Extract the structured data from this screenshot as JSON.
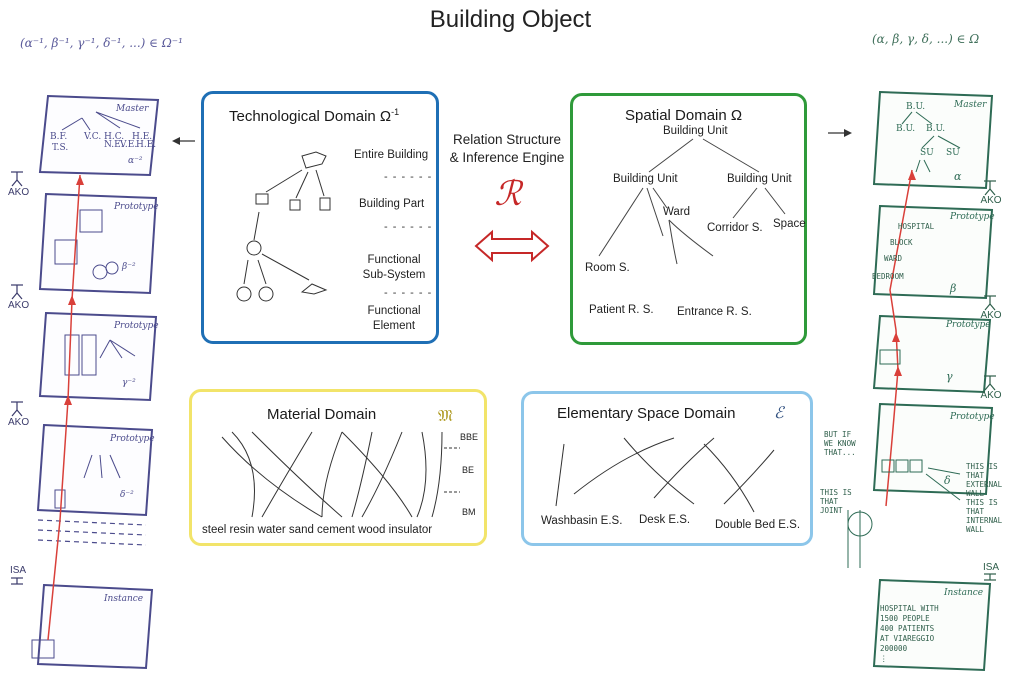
{
  "title": "Building Object",
  "formulas": {
    "left": "(α⁻¹, β⁻¹, γ⁻¹, δ⁻¹, ...) ∈ Ω⁻¹",
    "right": "(α, β, γ, δ, ...) ∈ Ω"
  },
  "technological_domain": {
    "title": "Technological Domain Ω",
    "title_sup": "-1",
    "levels": [
      "Entire Building",
      "Building Part",
      "Functional Sub-System",
      "Functional Element"
    ],
    "level3_line1": "Functional",
    "level3_line2": "Sub-System",
    "level4_line1": "Functional",
    "level4_line2": "Element",
    "separator": "- - - - - -"
  },
  "relation": {
    "line1": "Relation Structure",
    "line2": "& Inference Engine",
    "symbol": "ℛ"
  },
  "spatial_domain": {
    "title": "Spatial Domain Ω",
    "root": "Building Unit",
    "children": [
      "Building Unit",
      "Building Unit"
    ],
    "leaves": [
      "Ward",
      "Corridor S.",
      "Space",
      "Room S."
    ],
    "bottom": [
      "Patient R. S.",
      "Entrance R. S."
    ]
  },
  "material_domain": {
    "title": "Material Domain",
    "symbol": "𝔐",
    "levels": [
      "BBE",
      "BE",
      "BM"
    ],
    "materials": "steel  resin  water  sand  cement  wood  insulator"
  },
  "elementary_space_domain": {
    "title": "Elementary Space Domain",
    "symbol": "ℰ",
    "items": [
      "Washbasin E.S.",
      "Desk E.S.",
      "Double Bed E.S."
    ]
  },
  "left_stack": {
    "cards": [
      "Master",
      "Prototype",
      "Prototype",
      "Prototype",
      "Instance"
    ],
    "master_labels": [
      "B.F.",
      "T.S.",
      "V.C.",
      "H.C.",
      "H.E.",
      "V.E.",
      "N.E.",
      "H.E."
    ],
    "superscripts": [
      "α⁻²",
      "β⁻²",
      "γ⁻²",
      "δ⁻²"
    ],
    "links": [
      "AKO",
      "AKO",
      "AKO",
      "ISA"
    ]
  },
  "right_stack": {
    "cards": [
      "Master",
      "Prototype",
      "Prototype",
      "Prototype",
      "Instance"
    ],
    "master_labels": [
      "B.U.",
      "B.U.",
      "B.U.",
      "SU",
      "SU"
    ],
    "greek": [
      "α",
      "β",
      "γ",
      "δ"
    ],
    "prototype_beta": [
      "HOSPITAL",
      "BLOCK",
      "WARD",
      "BEDROOM"
    ],
    "links": [
      "AKO",
      "AKO",
      "AKO",
      "ISA"
    ],
    "notes": {
      "question": "BUT IF WE KNOW THAT...",
      "external_wall": "THIS IS THAT EXTERNAL WALL",
      "internal_wall": "THIS IS THAT INTERNAL WALL",
      "joint": "THIS IS THAT JOINT"
    },
    "instance_text": [
      "HOSPITAL WITH",
      "1500 PEOPLE",
      "400 PATIENTS",
      "AT VIAREGGIO",
      "200000",
      "⋮"
    ]
  },
  "colors": {
    "technological": "#1f6fb5",
    "spatial": "#2f9a3a",
    "material": "#f2e46a",
    "elementary": "#8cc6ea",
    "relation": "#c62828",
    "left_sketch": "#4b4b8c",
    "right_sketch": "#2e6b55"
  }
}
